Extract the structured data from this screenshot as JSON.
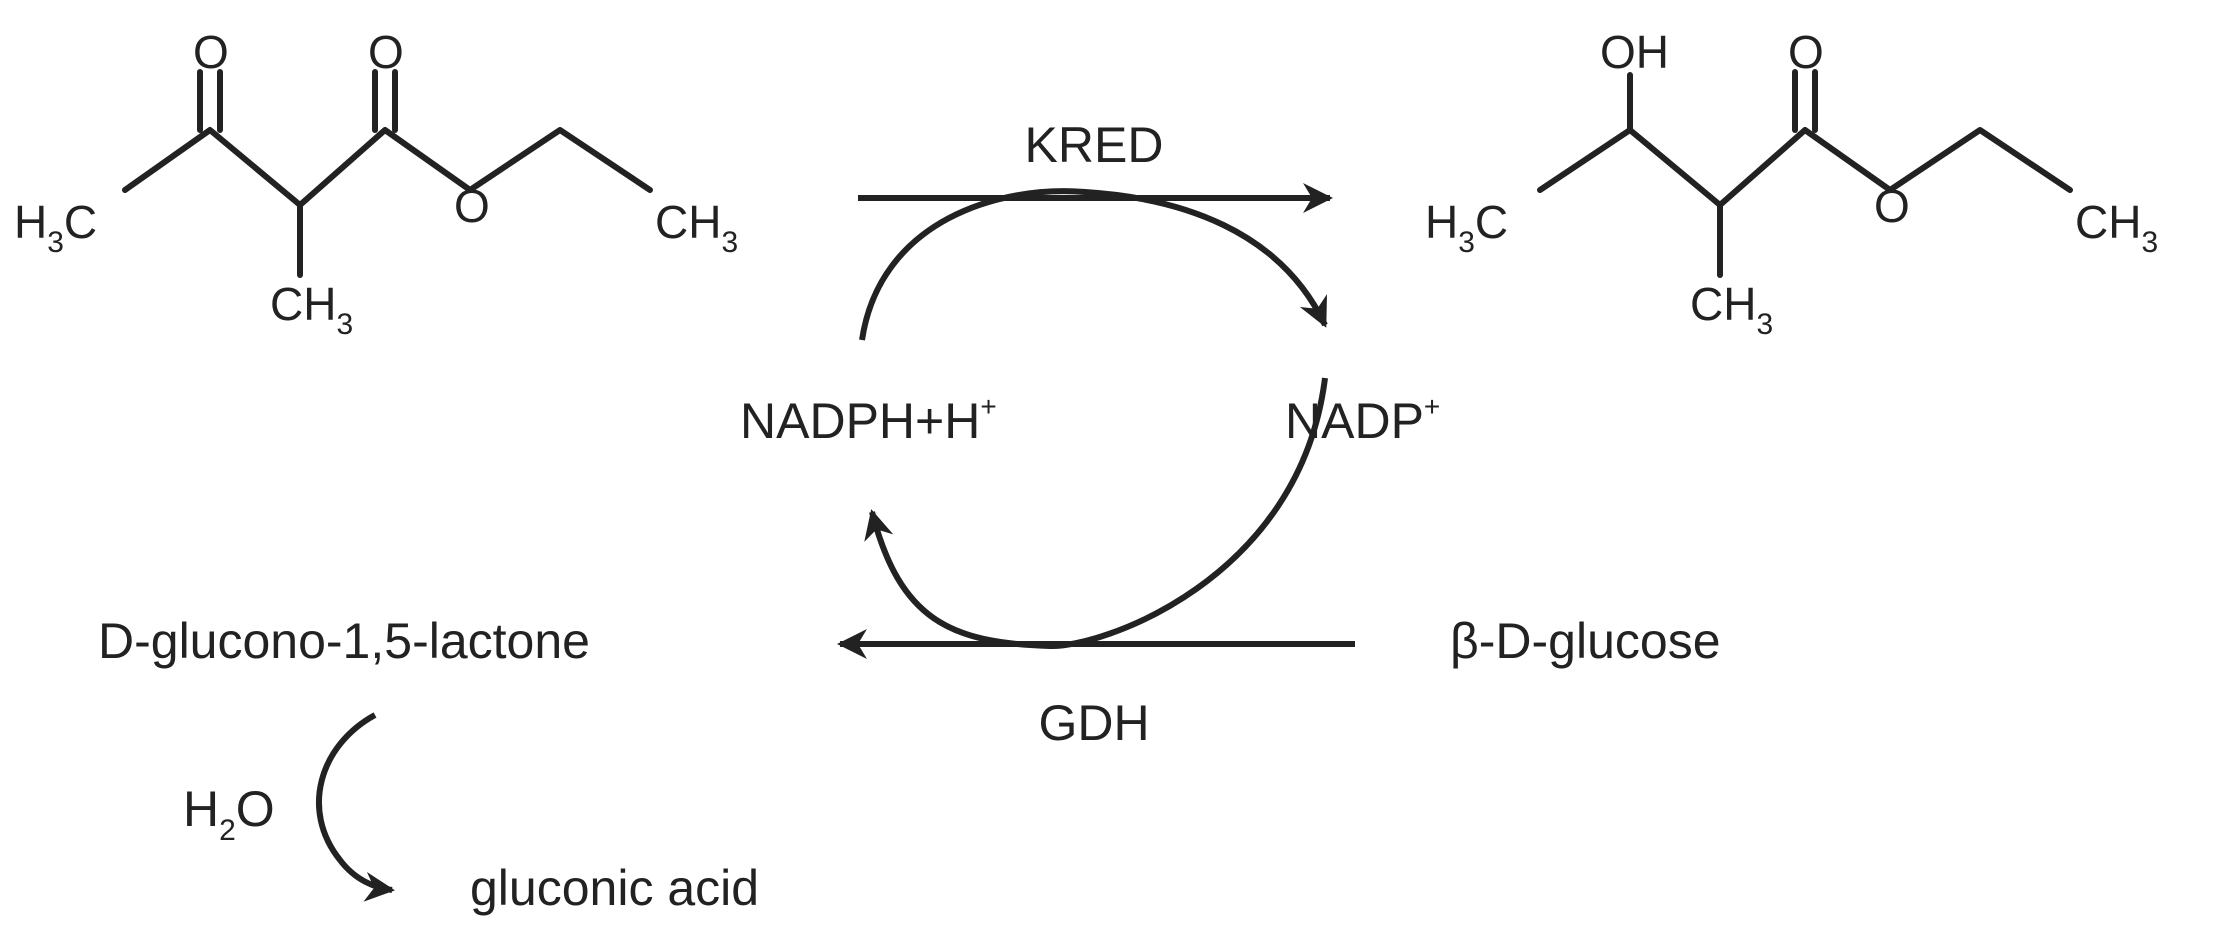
{
  "reactant": {
    "carbonyl_o1": "O",
    "carbonyl_o2": "O",
    "ester_o": "O",
    "left_methyl": "H",
    "left_methyl_sub": "3",
    "left_methyl_c": "C",
    "right_methyl": "CH",
    "right_methyl_sub": "3",
    "branch_methyl": "CH",
    "branch_methyl_sub": "3"
  },
  "product": {
    "hydroxyl": "OH",
    "carbonyl_o": "O",
    "ester_o": "O",
    "left_methyl": "H",
    "left_methyl_sub": "3",
    "left_methyl_c": "C",
    "right_methyl": "CH",
    "right_methyl_sub": "3",
    "branch_methyl": "CH",
    "branch_methyl_sub": "3"
  },
  "enzymes": {
    "top": "KRED",
    "bottom": "GDH"
  },
  "cofactors": {
    "reduced": "NADPH+H",
    "reduced_sup": "+",
    "oxidized": "NADP",
    "oxidized_sup": "+"
  },
  "glucose_side": {
    "substrate": "β-D-glucose",
    "product": "D-glucono-1,5-lactone"
  },
  "hydrolysis": {
    "water": "H",
    "water_sub": "2",
    "water_o": "O",
    "final_product": "gluconic acid"
  }
}
